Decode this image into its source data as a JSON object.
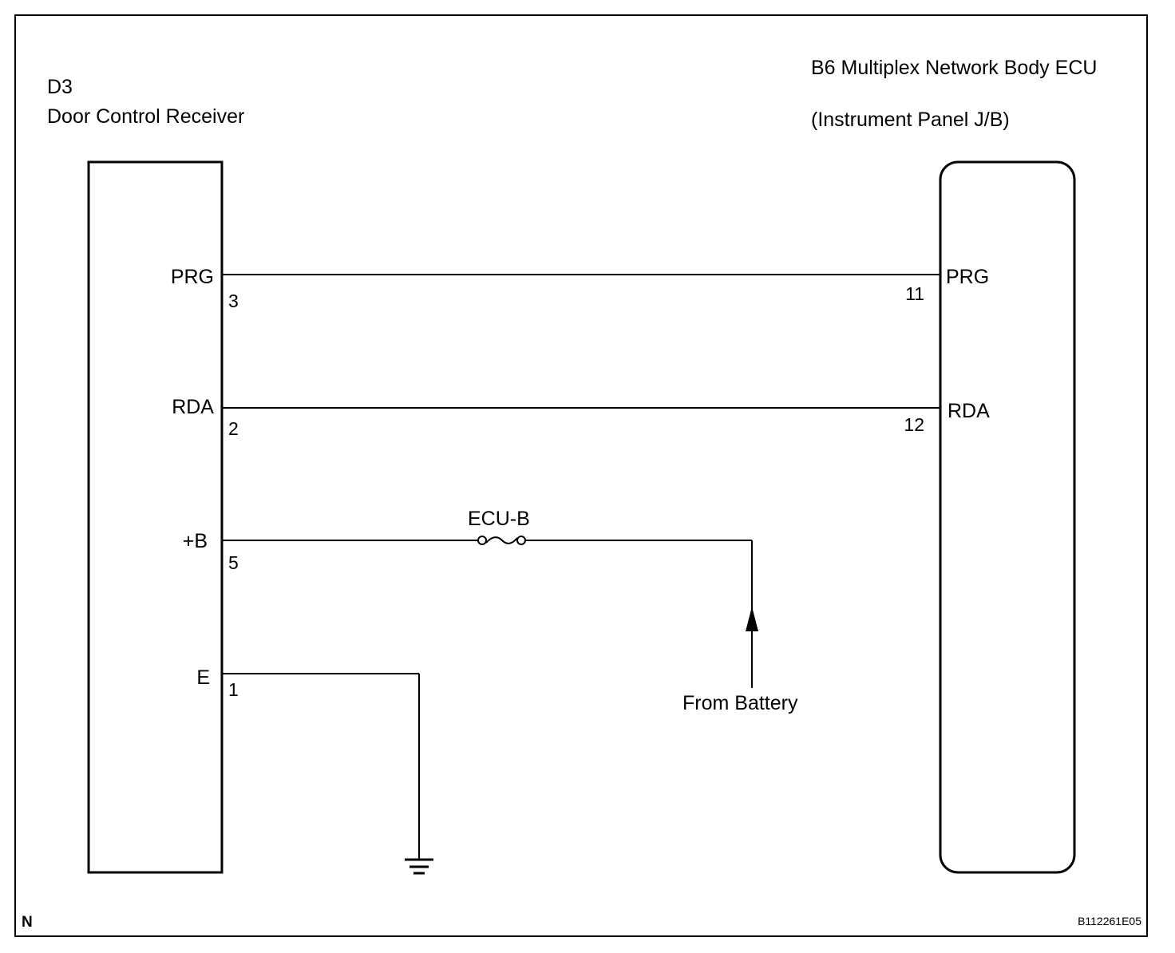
{
  "left_component": {
    "code": "D3",
    "name": "Door Control Receiver",
    "pins": [
      {
        "label": "PRG",
        "number": "3"
      },
      {
        "label": "RDA",
        "number": "2"
      },
      {
        "label": "+B",
        "number": "5"
      },
      {
        "label": "E",
        "number": "1"
      }
    ]
  },
  "right_component": {
    "name": "B6 Multiplex Network Body ECU",
    "location": "(Instrument Panel J/B)",
    "pins": [
      {
        "label": "PRG",
        "number": "11"
      },
      {
        "label": "RDA",
        "number": "12"
      }
    ]
  },
  "fuse": {
    "label": "ECU-B"
  },
  "battery": {
    "label": "From Battery"
  },
  "footer": {
    "left_mark": "N",
    "figure_id": "B112261E05"
  }
}
